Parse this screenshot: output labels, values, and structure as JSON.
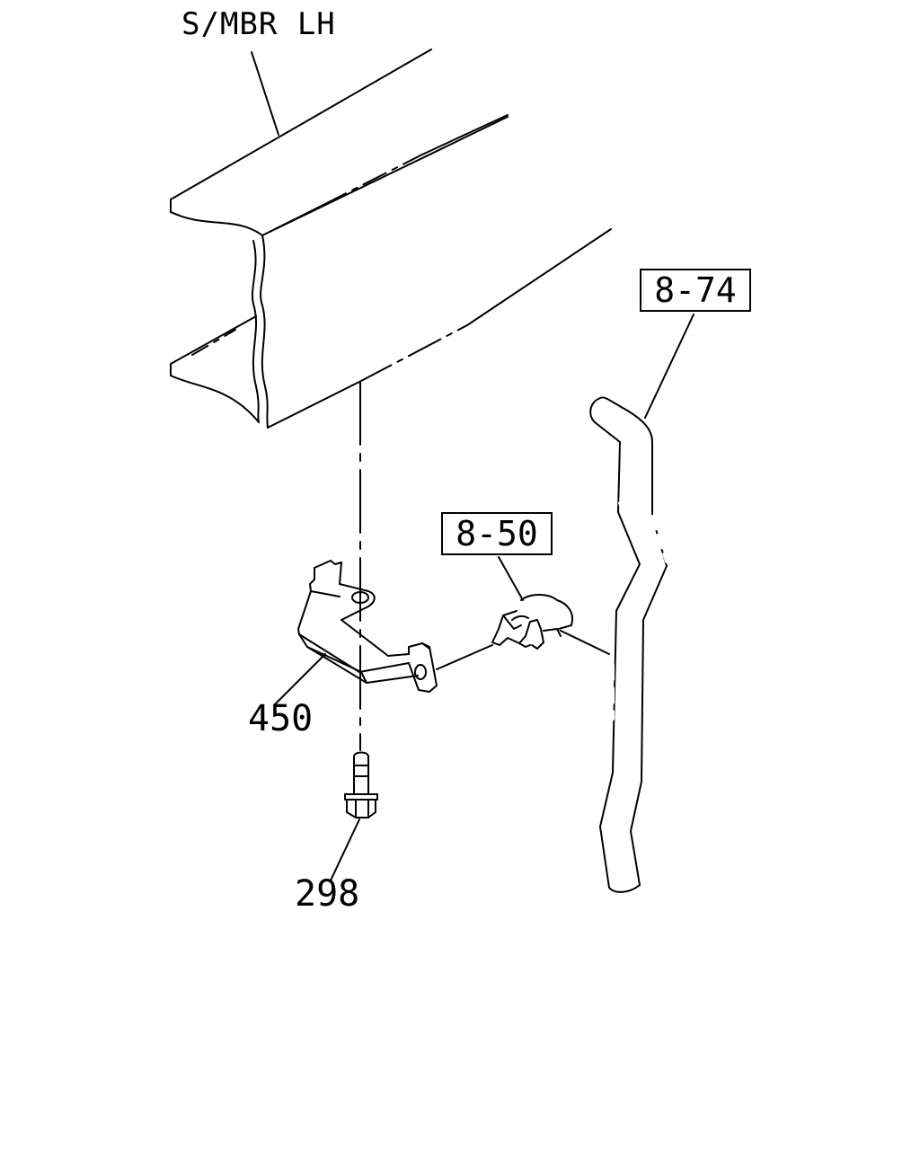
{
  "labels": {
    "side_member": "S/MBR LH",
    "bracket": "450",
    "bolt": "298"
  },
  "references": {
    "hose_ref": "8-74",
    "clip_ref": "8-50"
  },
  "colors": {
    "line": "#000000",
    "background": "#ffffff"
  }
}
